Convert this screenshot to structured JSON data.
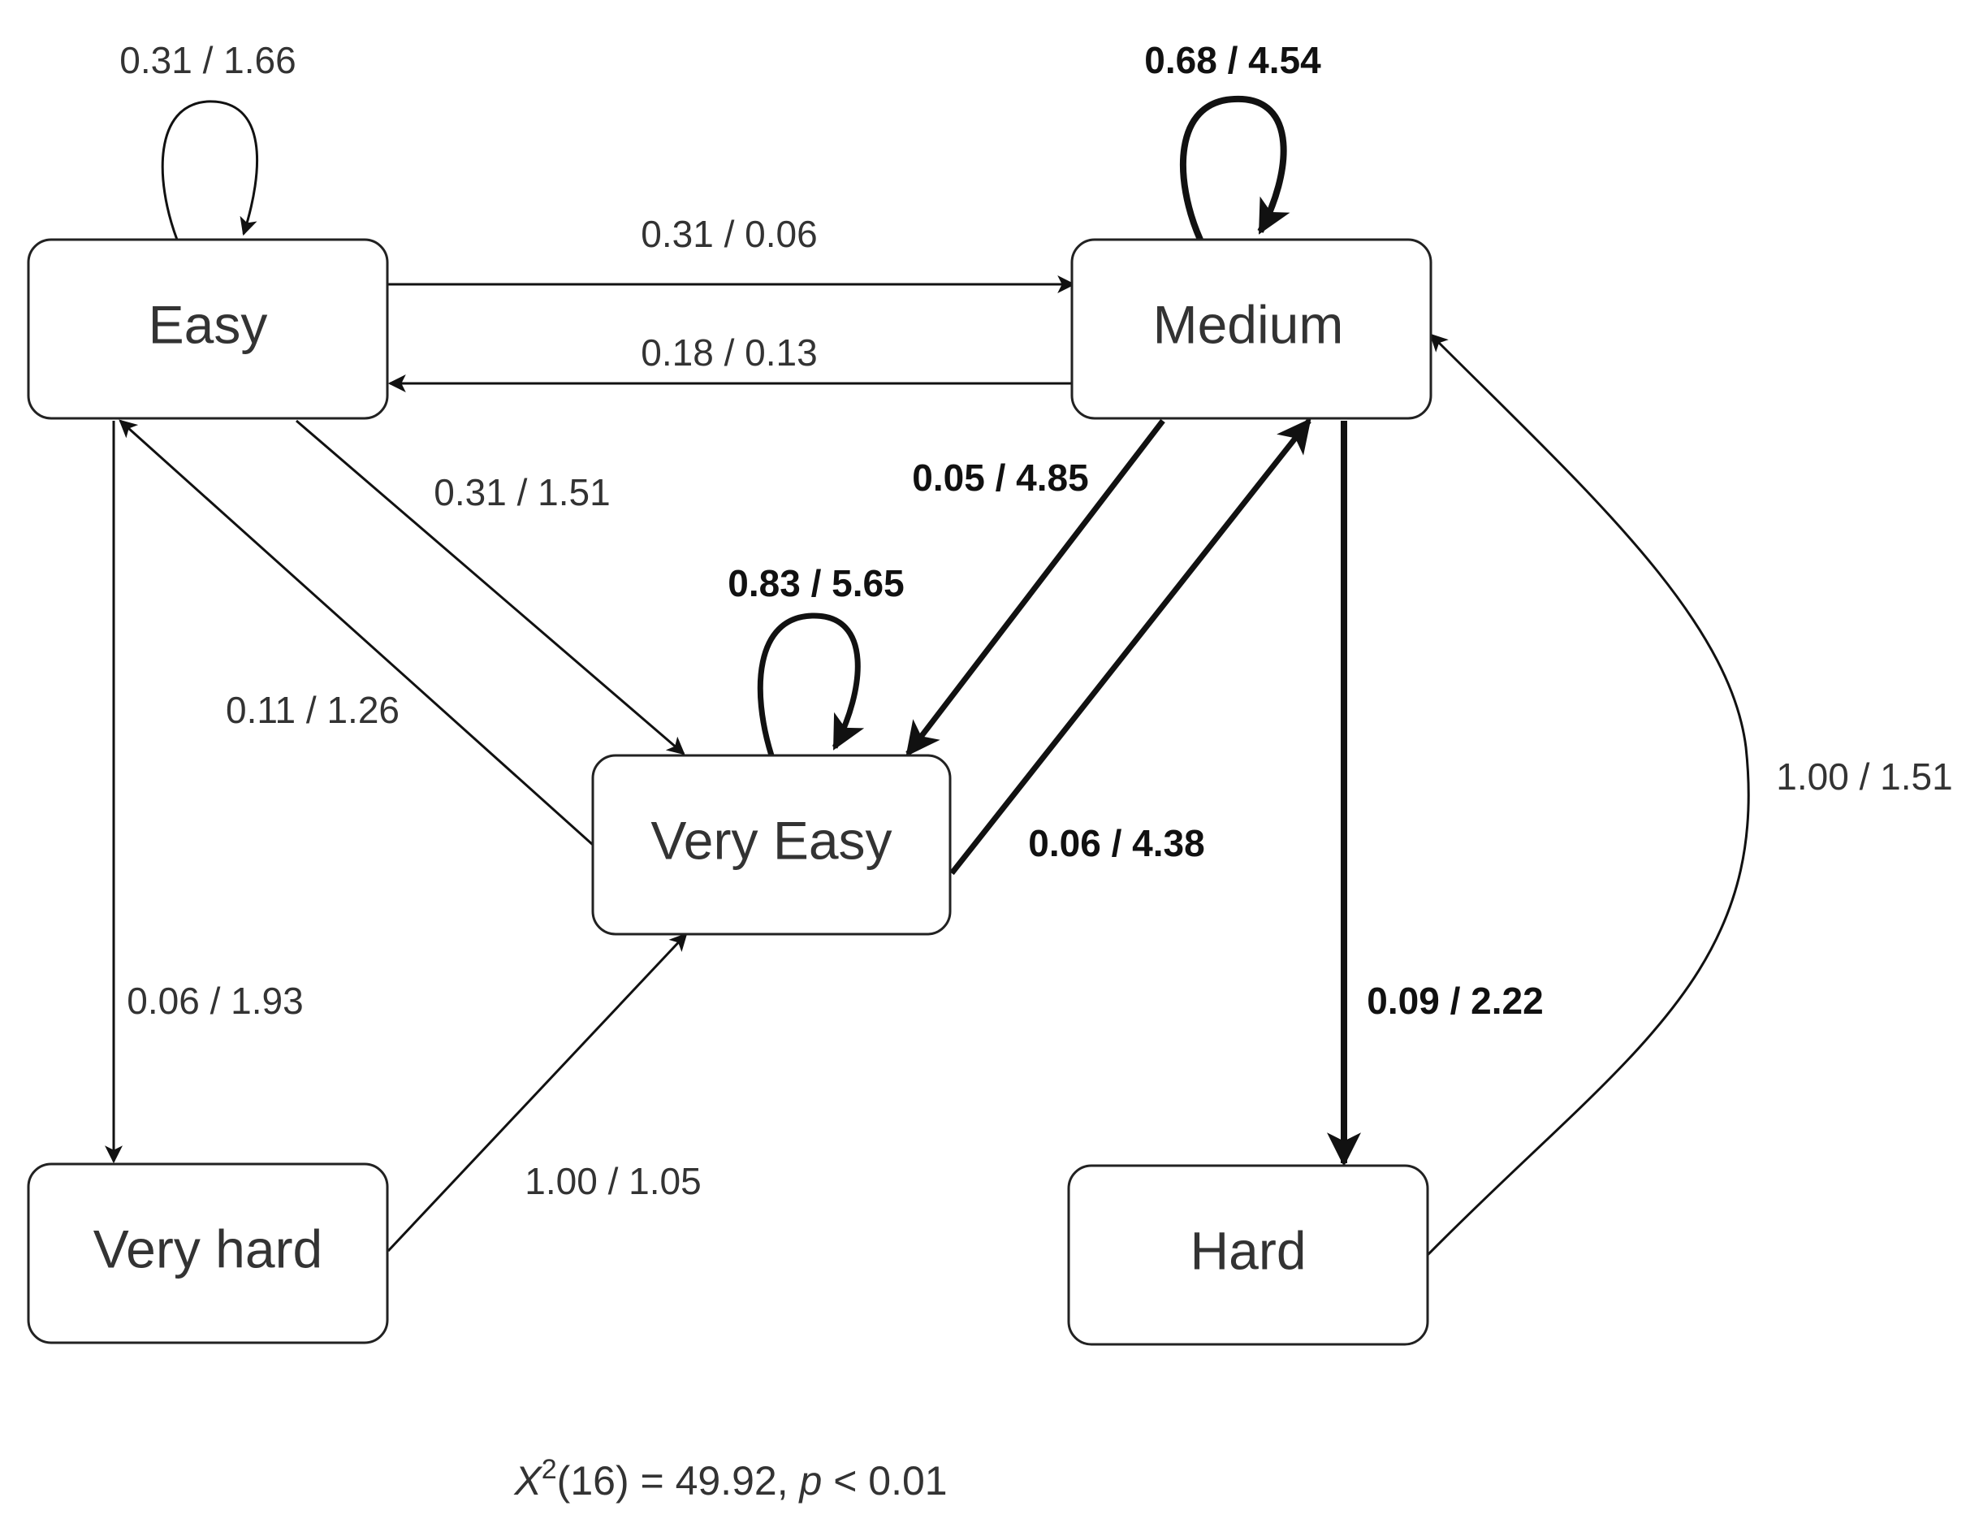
{
  "nodes": {
    "easy": "Easy",
    "medium": "Medium",
    "very_easy": "Very Easy",
    "very_hard": "Very hard",
    "hard": "Hard"
  },
  "edges": {
    "easy_self": "0.31 / 1.66",
    "medium_self": "0.68 / 4.54",
    "very_easy_self": "0.83 / 5.65",
    "easy_to_medium": "0.31 / 0.06",
    "medium_to_easy": "0.18 / 0.13",
    "easy_to_very_easy": "0.31 / 1.51",
    "very_easy_to_easy": "0.11 / 1.26",
    "medium_to_very_easy": "0.05 / 4.85",
    "very_easy_to_medium": "0.06 / 4.38",
    "easy_to_very_hard": "0.06 / 1.93",
    "very_hard_to_very_easy": "1.00 / 1.05",
    "medium_to_hard": "0.09 / 2.22",
    "hard_to_medium": "1.00 / 1.51"
  },
  "statistic": {
    "symbol": "X",
    "superscript": "2",
    "df": "(16) = 49.92, ",
    "p_symbol": "p",
    "p_value": " < 0.01"
  }
}
